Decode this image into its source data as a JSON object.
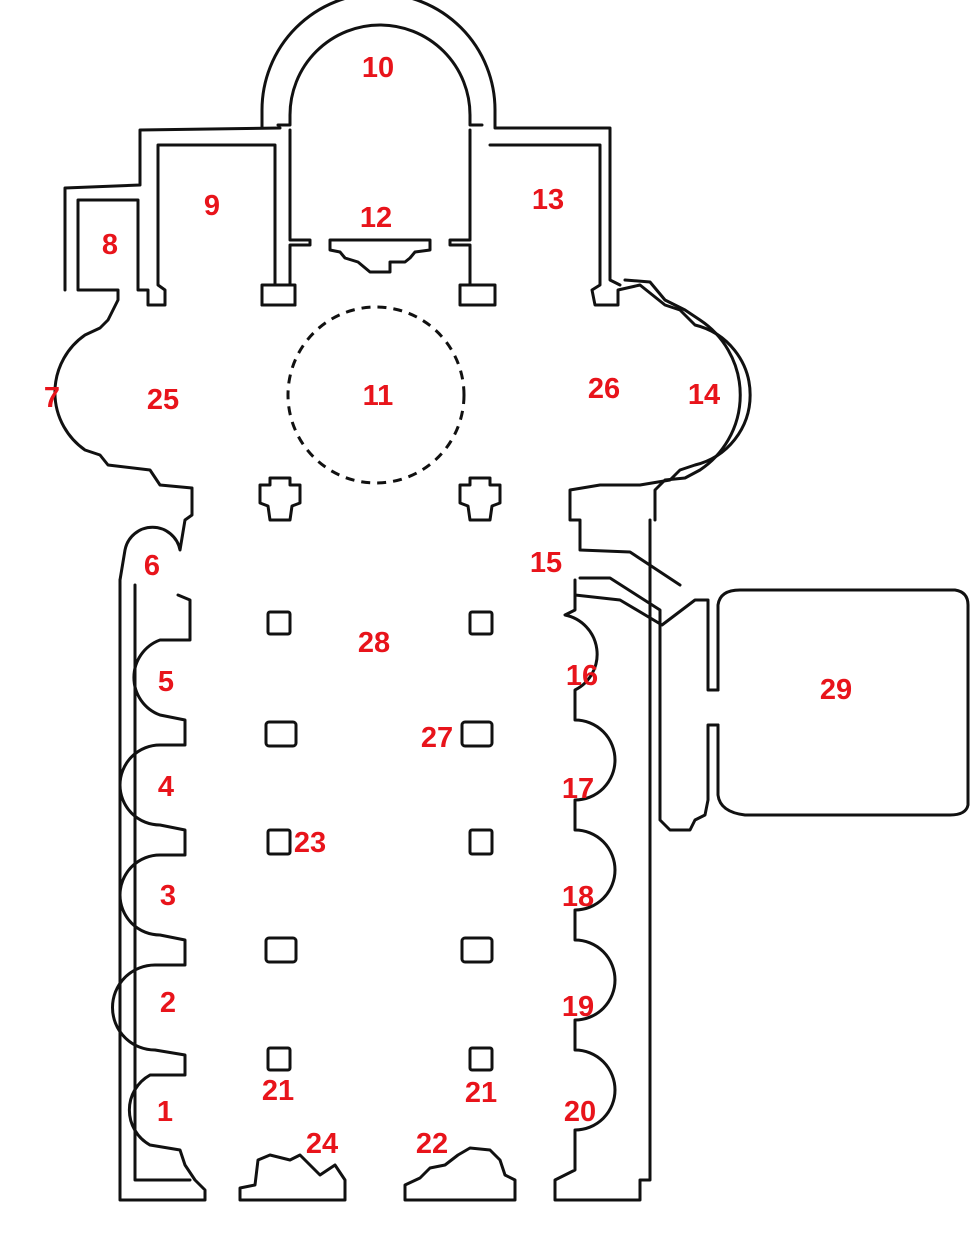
{
  "diagram": {
    "label_color": "#e8141b",
    "line_color": "#111111",
    "labels": [
      {
        "id": "1",
        "text": "1"
      },
      {
        "id": "2",
        "text": "2"
      },
      {
        "id": "3",
        "text": "3"
      },
      {
        "id": "4",
        "text": "4"
      },
      {
        "id": "5",
        "text": "5"
      },
      {
        "id": "6",
        "text": "6"
      },
      {
        "id": "7",
        "text": "7"
      },
      {
        "id": "8",
        "text": "8"
      },
      {
        "id": "9",
        "text": "9"
      },
      {
        "id": "10",
        "text": "10"
      },
      {
        "id": "11",
        "text": "11"
      },
      {
        "id": "12",
        "text": "12"
      },
      {
        "id": "13",
        "text": "13"
      },
      {
        "id": "14",
        "text": "14"
      },
      {
        "id": "15",
        "text": "15"
      },
      {
        "id": "16",
        "text": "16"
      },
      {
        "id": "17",
        "text": "17"
      },
      {
        "id": "18",
        "text": "18"
      },
      {
        "id": "19",
        "text": "19"
      },
      {
        "id": "20",
        "text": "20"
      },
      {
        "id": "21a",
        "text": "21"
      },
      {
        "id": "21b",
        "text": "21"
      },
      {
        "id": "22",
        "text": "22"
      },
      {
        "id": "23",
        "text": "23"
      },
      {
        "id": "24",
        "text": "24"
      },
      {
        "id": "25",
        "text": "25"
      },
      {
        "id": "26",
        "text": "26"
      },
      {
        "id": "27",
        "text": "27"
      },
      {
        "id": "28",
        "text": "28"
      },
      {
        "id": "29",
        "text": "29"
      }
    ]
  }
}
